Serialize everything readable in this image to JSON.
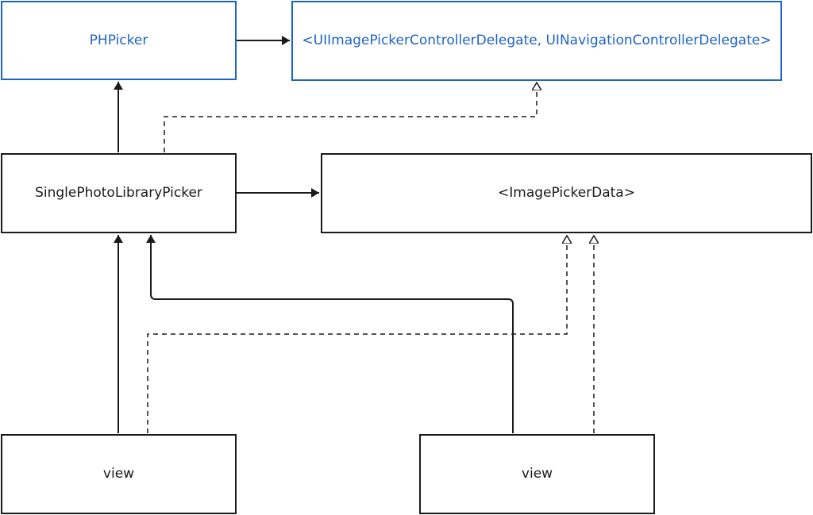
{
  "nodes": {
    "phpicker": {
      "label": "PHPicker"
    },
    "delegates": {
      "label": "<UIImagePickerControllerDelegate, UINavigationControllerDelegate>"
    },
    "single_photo_library_picker": {
      "label": "SinglePhotoLibraryPicker"
    },
    "image_picker_data": {
      "label": "<ImagePickerData>"
    },
    "view_left": {
      "label": "view"
    },
    "view_right": {
      "label": "view"
    }
  },
  "colors": {
    "blue": "#1e63c6",
    "black": "#1a1a1a"
  }
}
